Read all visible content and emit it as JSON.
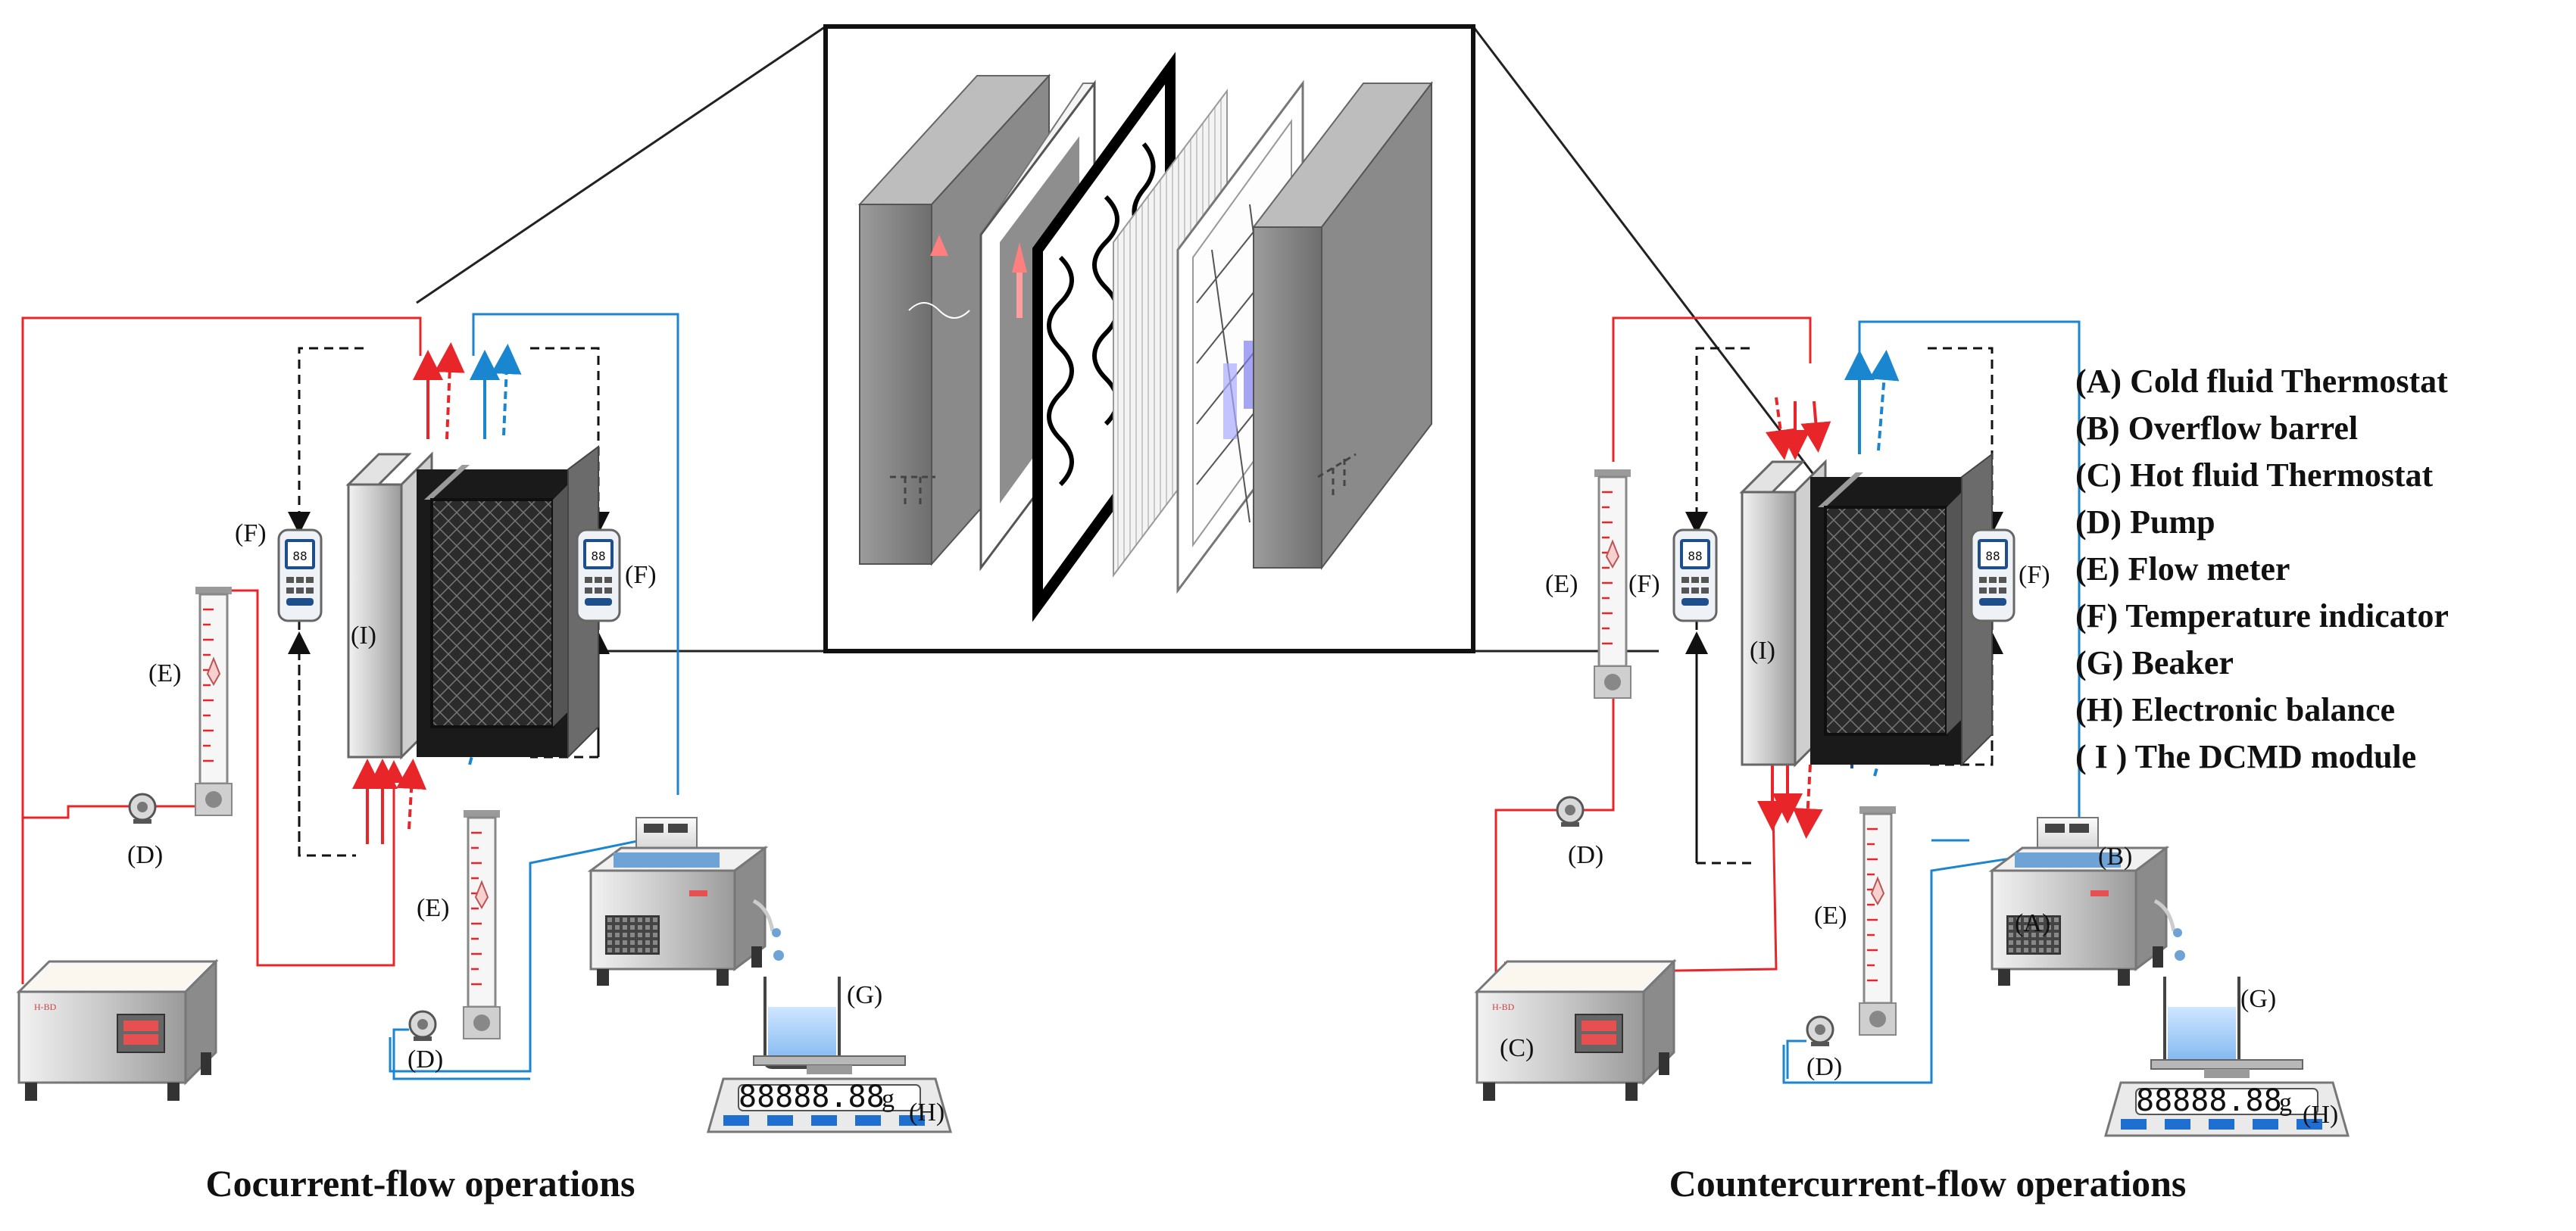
{
  "legend": [
    "(A) Cold fluid Thermostat",
    "(B) Overflow barrel",
    "(C) Hot fluid Thermostat",
    "(D) Pump",
    "(E) Flow meter",
    "(F) Temperature indicator",
    "(G) Beaker",
    "(H) Electronic balance",
    "( I ) The DCMD module"
  ],
  "captions": {
    "left": "Cocurrent-flow operations",
    "right": "Countercurrent-flow operations"
  },
  "labels": {
    "A": "(A)",
    "B": "(B)",
    "C": "(C)",
    "D": "(D)",
    "E": "(E)",
    "F": "(F)",
    "G": "(G)",
    "H": "(H)",
    "I": "(I)"
  },
  "balance_display": "88888.88",
  "balance_unit": "g",
  "colors": {
    "hot_line": "#e8262a",
    "cold_line": "#1a86d0",
    "dark_cold": "#1f4e8c",
    "dashed_black": "#111111"
  },
  "icons": [
    "thermostat-icon",
    "pump-icon",
    "flow-meter-icon",
    "temperature-indicator-icon",
    "beaker-icon",
    "balance-icon",
    "module-icon"
  ]
}
